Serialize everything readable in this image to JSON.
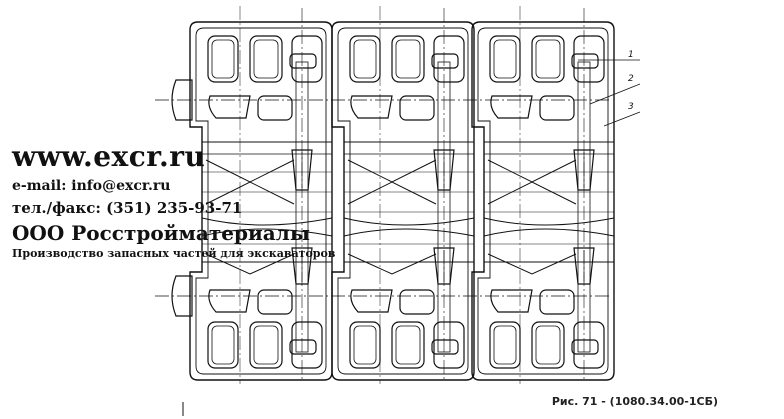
{
  "callouts": [
    "1",
    "2",
    "3"
  ],
  "watermark": {
    "url": "www.excr.ru",
    "email": "e-mail: info@excr.ru",
    "phone": "тел./факс: (351) 235-93-71",
    "company": "ООО Росстройматериалы",
    "tagline": "Производство запасных частей для экскаваторов"
  },
  "caption": "Рис. 71 - (1080.34.00-1СБ)"
}
